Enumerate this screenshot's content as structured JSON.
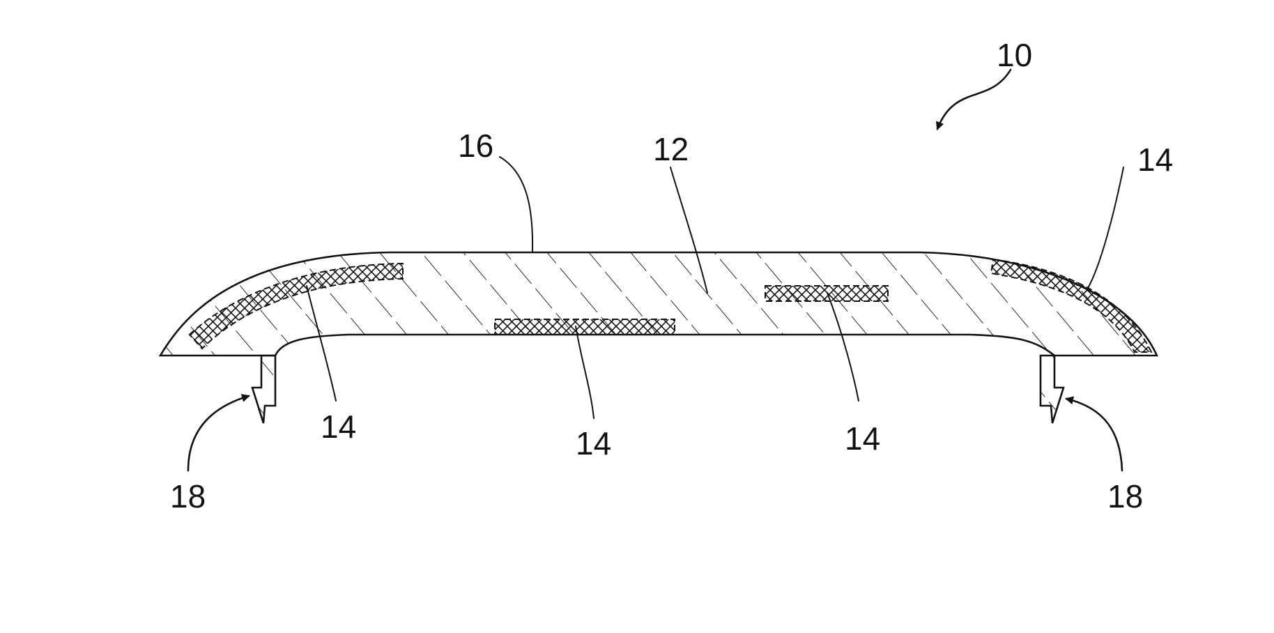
{
  "figure": {
    "labels": {
      "assembly": "10",
      "body": "12",
      "reinforcement": "14",
      "surface": "16",
      "clip": "18"
    }
  },
  "colors": {
    "ink": "#111111",
    "background": "#ffffff"
  }
}
